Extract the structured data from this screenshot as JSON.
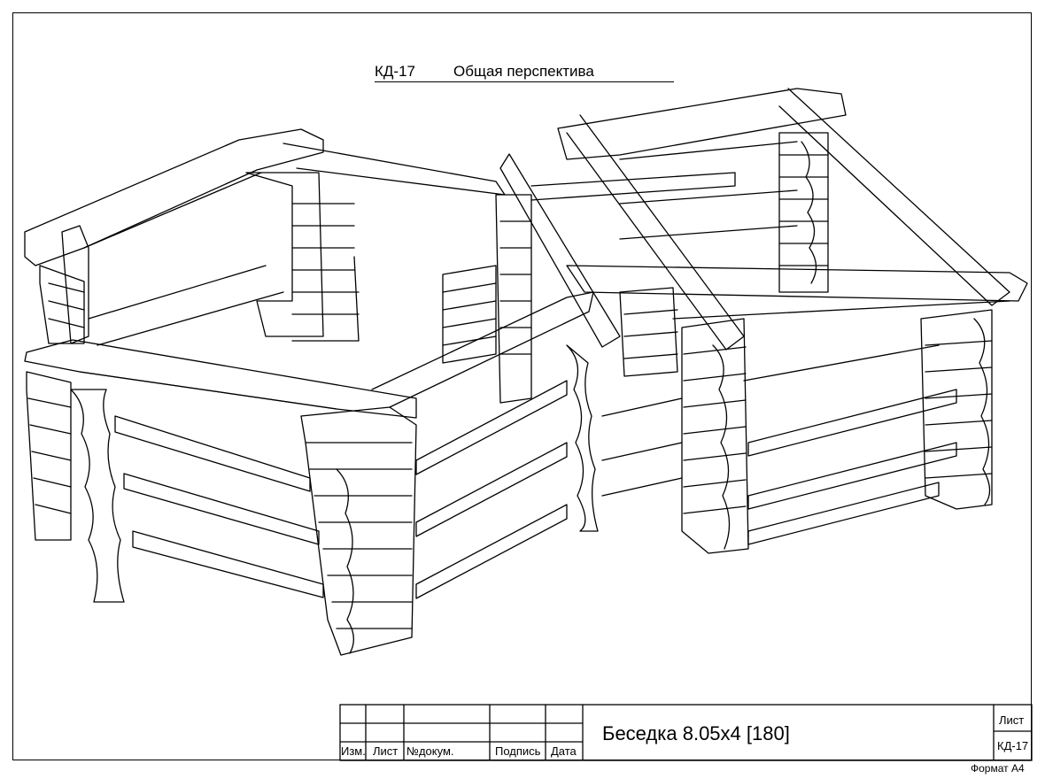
{
  "header": {
    "code": "КД-17",
    "name": "Общая перспектива"
  },
  "stamp": {
    "columns": [
      "Изм.",
      "Лист",
      "№докум.",
      "Подпись",
      "Дата"
    ],
    "drawing_title": "Беседка 8.05x4 [180]",
    "sheet_label": "Лист",
    "sheet_code": "КД-17"
  },
  "footer": {
    "format": "Формат А4"
  },
  "colors": {
    "line": "#000000",
    "background": "#ffffff"
  }
}
